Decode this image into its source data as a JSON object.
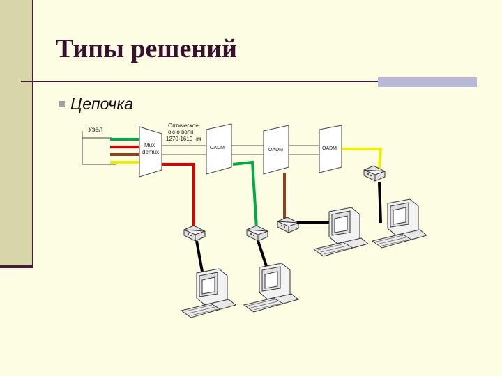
{
  "slide": {
    "title": "Типы решений",
    "bullet": "Цепочка"
  },
  "diagram": {
    "node_label": "Узел",
    "mux_label_1": "Mux",
    "mux_label_2": "demux",
    "fiber_label_1": "Оптическое",
    "fiber_label_2": "окно волн",
    "fiber_label_3": "1270-1610 нм",
    "oadm_1": "OADM",
    "oadm_2": "OADM",
    "oadm_3": "OADM",
    "colors": {
      "green": "#00aa44",
      "red": "#dd0000",
      "brown": "#884422",
      "yellow": "#eeee00",
      "black": "#000000"
    }
  }
}
